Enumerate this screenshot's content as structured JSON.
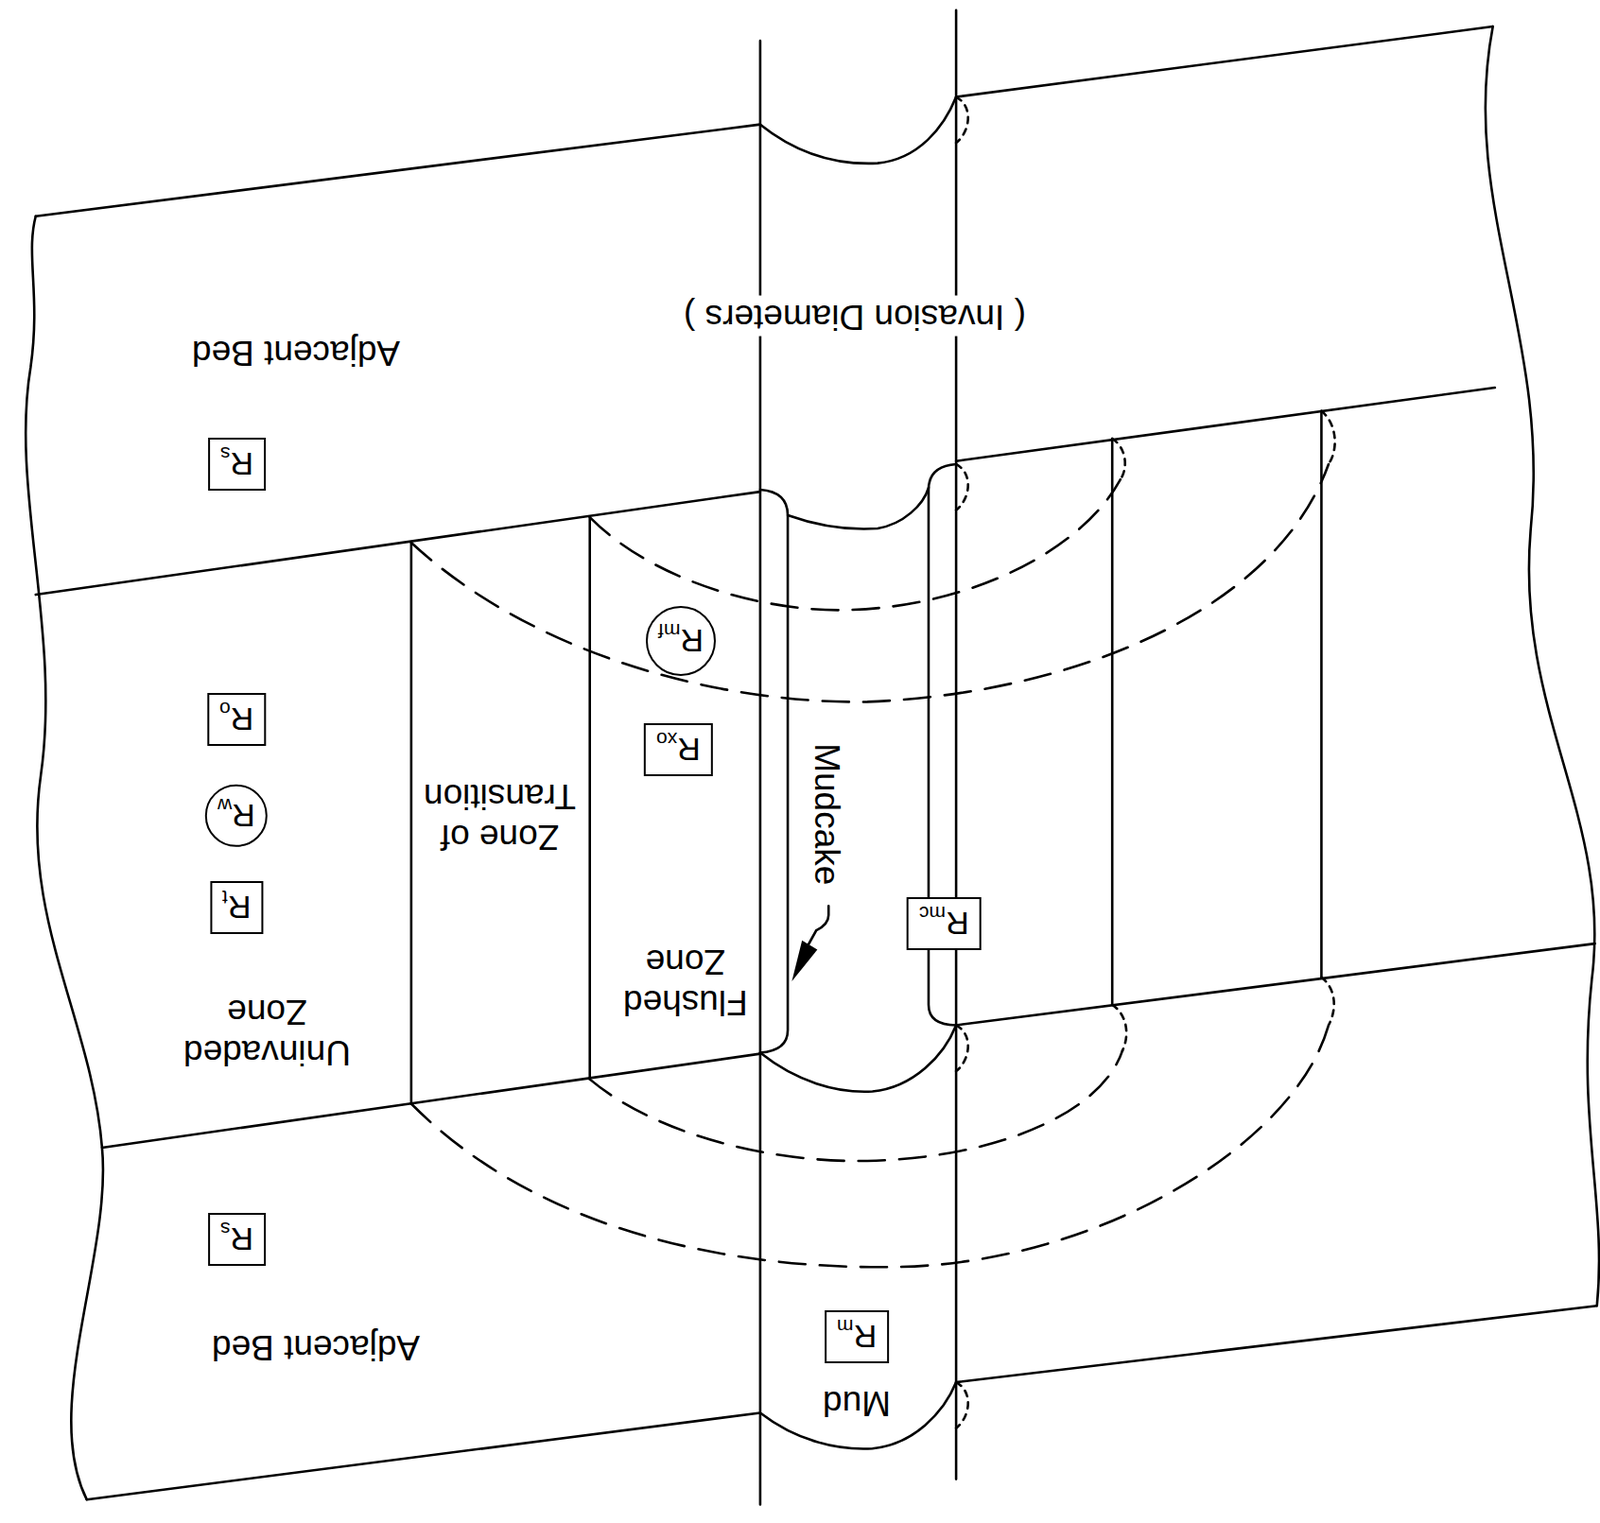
{
  "diagram": {
    "nodes": [
      {
        "text": [
          "Rs"
        ]
      },
      {
        "text": [
          "Rm"
        ]
      },
      {
        "text": [
          "Rt"
        ]
      },
      {
        "text": [
          "Rw"
        ]
      },
      {
        "text": [
          "Ro"
        ]
      },
      {
        "text": [
          "Rmc"
        ]
      },
      {
        "text": [
          "Rxo"
        ]
      },
      {
        "text": [
          "Rmf"
        ]
      },
      {
        "text": [
          "Rs"
        ]
      }
    ],
    "labels": [
      "Mud",
      "Adjacent Bed",
      "Uninvaded Zone",
      "Flushed Zone",
      "Zone of Transition",
      "Mudcake",
      "Adjacent Bed",
      "( Invasion Diameters )"
    ]
  }
}
